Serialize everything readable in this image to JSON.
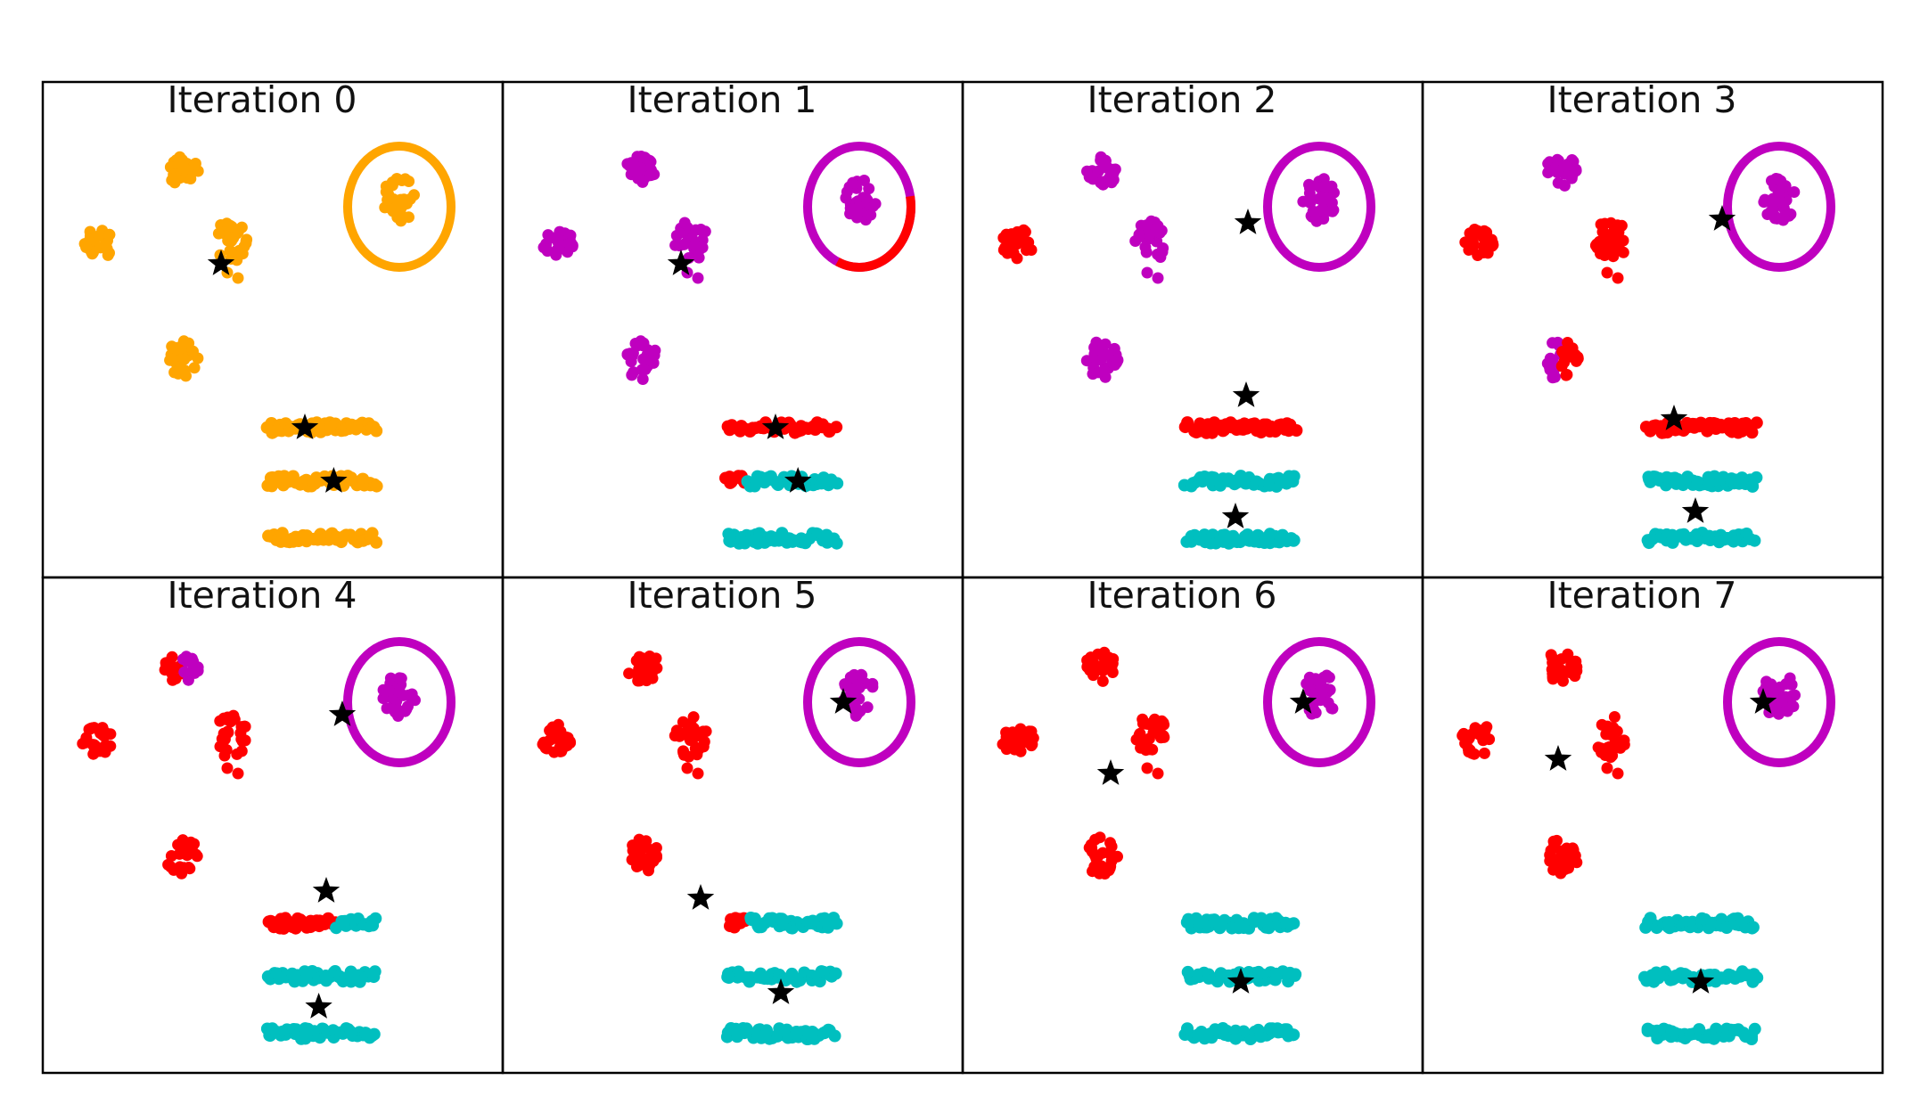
{
  "colors": {
    "orange": "#FFA500",
    "magenta": "#BF00BF",
    "red": "#FF0000",
    "cyan": "#00BFBF",
    "star": "#000000",
    "frame": "#000000",
    "background": "#FFFFFF"
  },
  "panels": [
    {
      "title": "Iteration 0",
      "circle_color": "orange",
      "segments": [
        [
          "orange",
          "orange",
          "orange",
          "orange"
        ],
        [
          "orange",
          "orange"
        ],
        [
          "orange",
          "orange",
          "orange"
        ]
      ],
      "stars": [
        [
          "G2",
          0.3
        ],
        [
          "G3",
          0.35
        ],
        [
          "G3",
          0.62
        ]
      ]
    },
    {
      "title": "Iteration 1",
      "circle_color": "magenta",
      "circle_arc": {
        "color": "red",
        "from_deg": -10,
        "to_deg": 115
      },
      "segments": [
        [
          "magenta",
          "magenta",
          "magenta",
          "magenta"
        ],
        [
          "magenta",
          "magenta"
        ],
        [
          "red",
          [
            "red",
            0.18,
            "cyan"
          ],
          "cyan"
        ]
      ],
      "stars": [
        [
          "G2",
          0.3
        ],
        [
          "G3",
          0.45
        ],
        [
          "G3",
          0.66
        ]
      ]
    },
    {
      "title": "Iteration 2",
      "circle_color": "magenta",
      "segments": [
        [
          "magenta",
          "red",
          "magenta",
          "magenta"
        ],
        [
          "magenta",
          "magenta"
        ],
        [
          "red",
          "cyan",
          "cyan"
        ]
      ],
      "stars": [
        [
          "mid_right",
          0
        ],
        [
          "above_top_bar",
          0
        ],
        [
          "G3",
          0.45
        ]
      ]
    },
    {
      "title": "Iteration 3",
      "circle_color": "magenta",
      "segments": [
        [
          "magenta",
          "red",
          "red",
          [
            "magenta",
            0.7,
            "red"
          ]
        ],
        [
          "magenta",
          "magenta"
        ],
        [
          "red",
          "cyan",
          "cyan"
        ]
      ],
      "stars": [
        [
          "circle_left",
          0
        ],
        [
          "G3",
          0.25
        ],
        [
          "G3",
          0.45
        ]
      ]
    },
    {
      "title": "Iteration 4",
      "circle_color": "magenta",
      "segments": [
        [
          [
            "red",
            0.5,
            "magenta"
          ],
          "red",
          "red",
          "red"
        ],
        [
          "magenta",
          "magenta"
        ],
        [
          [
            "red",
            0.65,
            "cyan"
          ],
          "cyan",
          "cyan"
        ]
      ],
      "stars": [
        [
          "circle_left",
          0
        ],
        [
          "above_top_bar",
          0
        ],
        [
          "G3",
          0.48
        ]
      ]
    },
    {
      "title": "Iteration 5",
      "circle_color": "magenta",
      "segments": [
        [
          "red",
          "red",
          "red",
          "red"
        ],
        [
          "magenta",
          "magenta"
        ],
        [
          [
            "red",
            0.2,
            "cyan"
          ],
          "cyan",
          "cyan"
        ]
      ],
      "stars": [
        [
          "circle_in",
          0
        ],
        [
          "left_low",
          0
        ],
        [
          "G3",
          0.5
        ]
      ]
    },
    {
      "title": "Iteration 6",
      "circle_color": "magenta",
      "segments": [
        [
          "red",
          "red",
          "red",
          "red"
        ],
        [
          "magenta",
          "magenta"
        ],
        [
          "cyan",
          "cyan",
          "cyan"
        ]
      ],
      "stars": [
        [
          "circle_in",
          0
        ],
        [
          "left_mid",
          0
        ],
        [
          "G3",
          0.5
        ]
      ]
    },
    {
      "title": "Iteration 7",
      "circle_color": "magenta",
      "segments": [
        [
          "red",
          "red",
          "red",
          "red"
        ],
        [
          "magenta",
          "magenta"
        ],
        [
          "cyan",
          "cyan",
          "cyan"
        ]
      ],
      "stars": [
        [
          "circle_in",
          0
        ],
        [
          "left_high",
          0
        ],
        [
          "G3",
          0.5
        ]
      ]
    }
  ]
}
